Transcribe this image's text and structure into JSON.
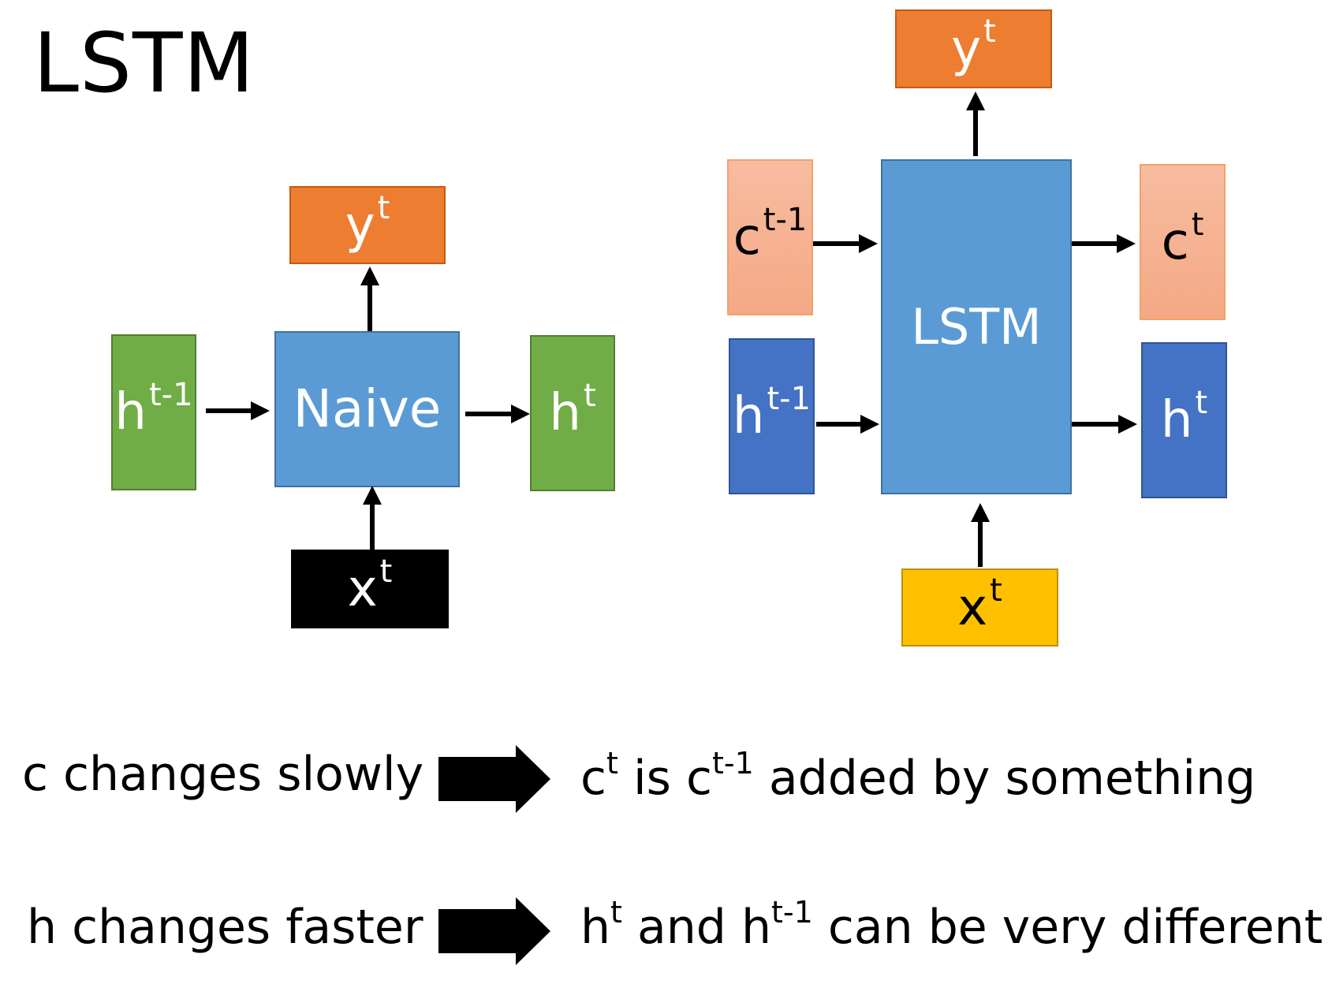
{
  "title": "LSTM",
  "naive": {
    "y": {
      "base": "y",
      "sup": "t"
    },
    "h_prev": {
      "base": "h",
      "sup": "t-1"
    },
    "cell": "Naive",
    "h": {
      "base": "h",
      "sup": "t"
    },
    "x": {
      "base": "x",
      "sup": "t"
    }
  },
  "lstm": {
    "y": {
      "base": "y",
      "sup": "t"
    },
    "c_prev": {
      "base": "c",
      "sup": "t-1"
    },
    "h_prev": {
      "base": "h",
      "sup": "t-1"
    },
    "cell": "LSTM",
    "c": {
      "base": "c",
      "sup": "t"
    },
    "h": {
      "base": "h",
      "sup": "t"
    },
    "x": {
      "base": "x",
      "sup": "t"
    }
  },
  "notes": [
    {
      "left": "c changes slowly",
      "right": {
        "a": "c",
        "a_sup": "t",
        "b": " is c",
        "b_sup": "t-1",
        "c": " added by something"
      }
    },
    {
      "left": "h changes faster",
      "right": {
        "a": "h",
        "a_sup": "t",
        "b": " and h",
        "b_sup": "t-1",
        "c": " can be very different"
      }
    }
  ],
  "colors": {
    "orange": "#ed7d31",
    "green": "#70ad47",
    "blue": "#5b9bd5",
    "black": "#000000",
    "salmon": "#f4b183",
    "dark_blue": "#4472c4",
    "gold": "#ffc000"
  }
}
